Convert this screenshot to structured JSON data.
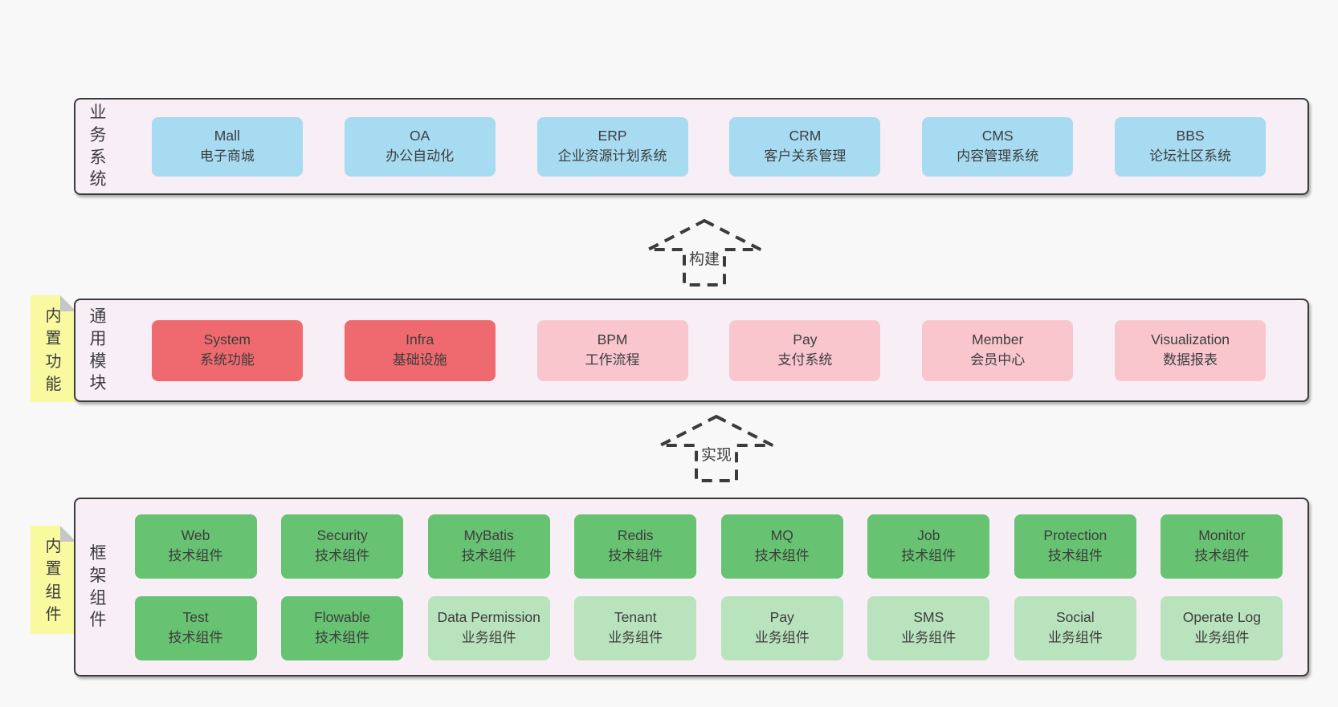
{
  "colors": {
    "blue": "#a7dbf2",
    "red": "#ee6a6f",
    "pink": "#f9c6ce",
    "green_dark": "#67c272",
    "green_light": "#b9e3bd",
    "panel_bg": "#f8eef6",
    "panel_border": "#3b3b3b",
    "note_bg": "#f9f9a0",
    "note_fold": "#c6c6c6",
    "page_bg": "#f8f8f8",
    "text": "#3d3d3d"
  },
  "arrows": [
    {
      "label": "构建"
    },
    {
      "label": "实现"
    }
  ],
  "layers": [
    {
      "side_label": "业务系统",
      "rows": [
        [
          {
            "title": "Mall",
            "subtitle": "电子商城"
          },
          {
            "title": "OA",
            "subtitle": "办公自动化"
          },
          {
            "title": "ERP",
            "subtitle": "企业资源计划系统"
          },
          {
            "title": "CRM",
            "subtitle": "客户关系管理"
          },
          {
            "title": "CMS",
            "subtitle": "内容管理系统"
          },
          {
            "title": "BBS",
            "subtitle": "论坛社区系统"
          }
        ]
      ]
    },
    {
      "side_label": "通用模块",
      "note": "内置功能",
      "rows": [
        [
          {
            "title": "System",
            "subtitle": "系统功能"
          },
          {
            "title": "Infra",
            "subtitle": "基础设施"
          },
          {
            "title": "BPM",
            "subtitle": "工作流程"
          },
          {
            "title": "Pay",
            "subtitle": "支付系统"
          },
          {
            "title": "Member",
            "subtitle": "会员中心"
          },
          {
            "title": "Visualization",
            "subtitle": "数据报表"
          }
        ]
      ]
    },
    {
      "side_label": "框架组件",
      "note": "内置组件",
      "rows": [
        [
          {
            "title": "Web",
            "subtitle": "技术组件"
          },
          {
            "title": "Security",
            "subtitle": "技术组件"
          },
          {
            "title": "MyBatis",
            "subtitle": "技术组件"
          },
          {
            "title": "Redis",
            "subtitle": "技术组件"
          },
          {
            "title": "MQ",
            "subtitle": "技术组件"
          },
          {
            "title": "Job",
            "subtitle": "技术组件"
          },
          {
            "title": "Protection",
            "subtitle": "技术组件"
          },
          {
            "title": "Monitor",
            "subtitle": "技术组件"
          }
        ],
        [
          {
            "title": "Test",
            "subtitle": "技术组件"
          },
          {
            "title": "Flowable",
            "subtitle": "技术组件"
          },
          {
            "title": "Data Permission",
            "subtitle": "业务组件"
          },
          {
            "title": "Tenant",
            "subtitle": "业务组件"
          },
          {
            "title": "Pay",
            "subtitle": "业务组件"
          },
          {
            "title": "SMS",
            "subtitle": "业务组件"
          },
          {
            "title": "Social",
            "subtitle": "业务组件"
          },
          {
            "title": "Operate Log",
            "subtitle": "业务组件"
          }
        ]
      ]
    }
  ]
}
